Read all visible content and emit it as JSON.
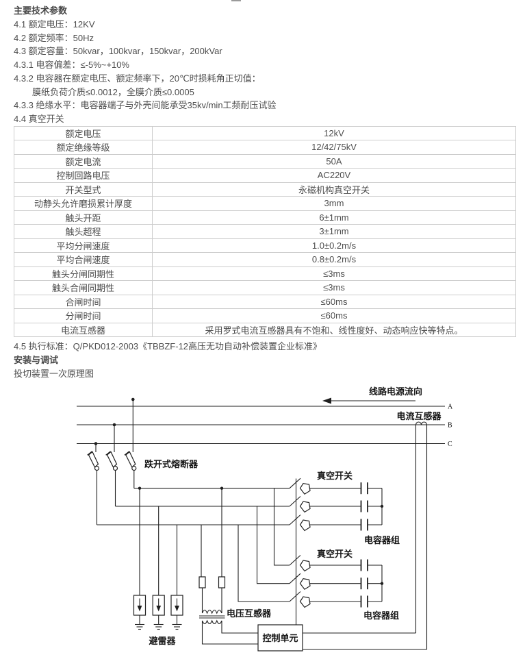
{
  "page": {
    "heading": "主要技术参数",
    "specs": [
      "4.1 额定电压：12KV",
      "4.2 额定频率：50Hz",
      "4.3 额定容量：50kvar，100kvar，150kvar，200kVar",
      "4.3.1 电容偏差：≤-5%~+10%",
      "4.3.2 电容器在额定电压、额定频率下，20℃时损耗角正切值：",
      "膜纸负荷介质≤0.0012，全膜介质≤0.0005",
      "4.3.3 绝缘水平：电容器端子与外壳间能承受35kv/min工频耐压试验",
      "4.4 真空开关"
    ],
    "standard_line": "4.5 执行标准：Q/PKD012-2003《TBBZF-12高压无功自动补偿装置企业标准》",
    "section_install": "安装与调试",
    "schematic_caption": "投切装置一次原理图"
  },
  "spec_table": {
    "rows": [
      {
        "label": "额定电压",
        "value": "12kV"
      },
      {
        "label": "额定绝缘等级",
        "value": "12/42/75kV"
      },
      {
        "label": "额定电流",
        "value": "50A"
      },
      {
        "label": "控制回路电压",
        "value": "AC220V"
      },
      {
        "label": "开关型式",
        "value": "永磁机构真空开关"
      },
      {
        "label": "动静头允许磨损累计厚度",
        "value": "3mm"
      },
      {
        "label": "触头开距",
        "value": "6±1mm"
      },
      {
        "label": "触头超程",
        "value": "3±1mm"
      },
      {
        "label": "平均分闸速度",
        "value": "1.0±0.2m/s"
      },
      {
        "label": "平均合闸速度",
        "value": "0.8±0.2m/s"
      },
      {
        "label": "触头分闸同期性",
        "value": "≤3ms"
      },
      {
        "label": "触头合闸同期性",
        "value": "≤3ms"
      },
      {
        "label": "合闸时间",
        "value": "≤60ms"
      },
      {
        "label": "分闸时间",
        "value": "≤60ms"
      },
      {
        "label": "电流互感器",
        "value": "采用罗式电流互感器具有不饱和、线性度好、动态响应快等特点。"
      }
    ]
  },
  "diagram": {
    "flow_direction": "线路电源流向",
    "ct_label": "电流互感器",
    "bus_a": "A",
    "bus_b": "B",
    "bus_c": "C",
    "fuse_label": "跌开式熔断器",
    "vacuum_switch": "真空开关",
    "capacitor_bank": "电容器组",
    "pt_label": "电压互感器",
    "arrester_label": "避雷器",
    "control_unit": "控制单元"
  },
  "colors": {
    "text": "#4d4d4d",
    "table_border": "#cccccc",
    "diagram_line": "#1f1f1f",
    "background": "#ffffff"
  }
}
